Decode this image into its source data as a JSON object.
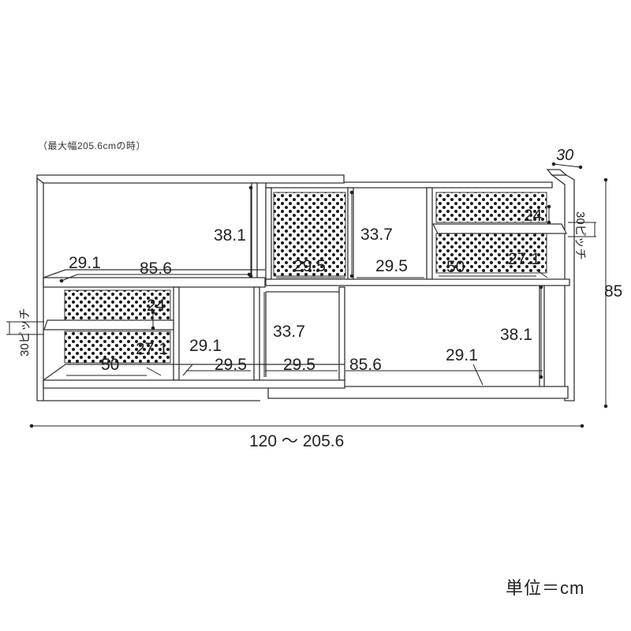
{
  "note": "（最大幅205.6cmの時）",
  "unit": "単位＝cm",
  "dimensions": {
    "depth": "30",
    "height": "85",
    "width_range": "120 ～ 205.6",
    "pitch": "30ピッチ",
    "upper": {
      "shelf_depth_left": "29.1",
      "shelf_width": "85.6",
      "open_height": "38.1",
      "cube_height": "33.7",
      "cube_width_a": "29.5",
      "cube_width_b": "29.5",
      "basket_width": "50",
      "basket_depth": "27.1",
      "basket_height": "24"
    },
    "lower": {
      "basket_height": "24",
      "basket_depth": "27.1",
      "basket_width": "50",
      "cube_depth": "29.1",
      "cube_width_a": "29.5",
      "cube_width_b": "29.5",
      "cube_height": "33.7",
      "shelf_width": "85.6",
      "shelf_depth_right": "29.1",
      "open_height": "38.1"
    }
  }
}
